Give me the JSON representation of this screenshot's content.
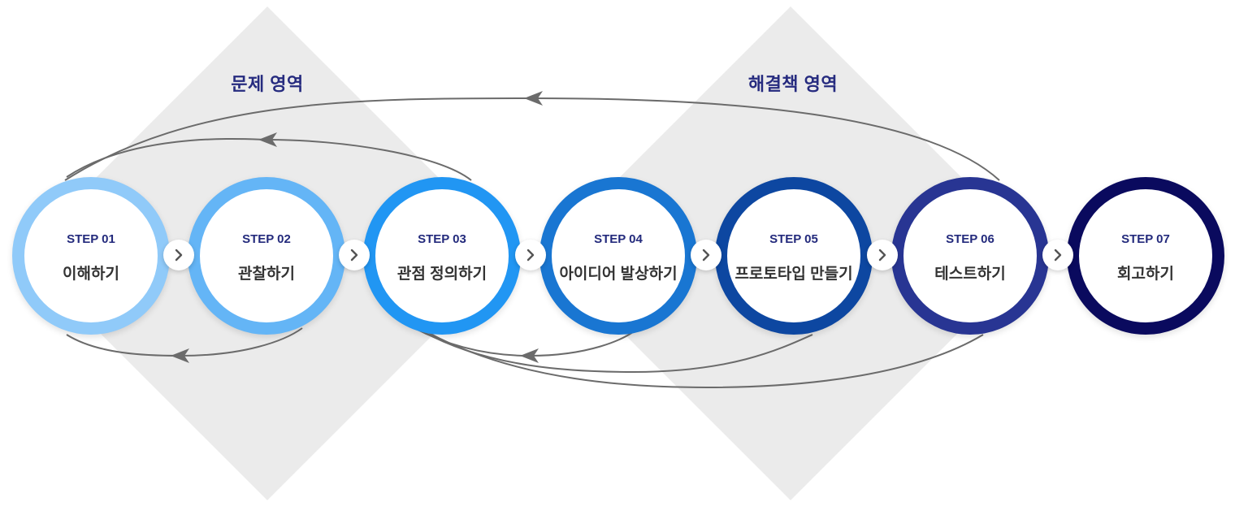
{
  "areas": {
    "problem": "문제 영역",
    "solution": "해결책 영역"
  },
  "steps": [
    {
      "no": "STEP 01",
      "name": "이해하기",
      "color": "#90caf9"
    },
    {
      "no": "STEP 02",
      "name": "관찰하기",
      "color": "#64b5f6"
    },
    {
      "no": "STEP 03",
      "name": "관점 정의하기",
      "color": "#2196f3"
    },
    {
      "no": "STEP 04",
      "name": "아이디어 발상하기",
      "color": "#1976d2"
    },
    {
      "no": "STEP 05",
      "name": "프로토타입 만들기",
      "color": "#0d47a1"
    },
    {
      "no": "STEP 06",
      "name": "테스트하기",
      "color": "#283593"
    },
    {
      "no": "STEP 07",
      "name": "회고하기",
      "color": "#0a0a5e"
    }
  ],
  "colors": {
    "title": "#262b7f",
    "area_bg": "#ebebeb",
    "arc": "#6b6b6b",
    "text": "#333333"
  },
  "icons": {
    "connector": "chevron-right-icon",
    "arc_arrow": "arrowhead-icon"
  }
}
